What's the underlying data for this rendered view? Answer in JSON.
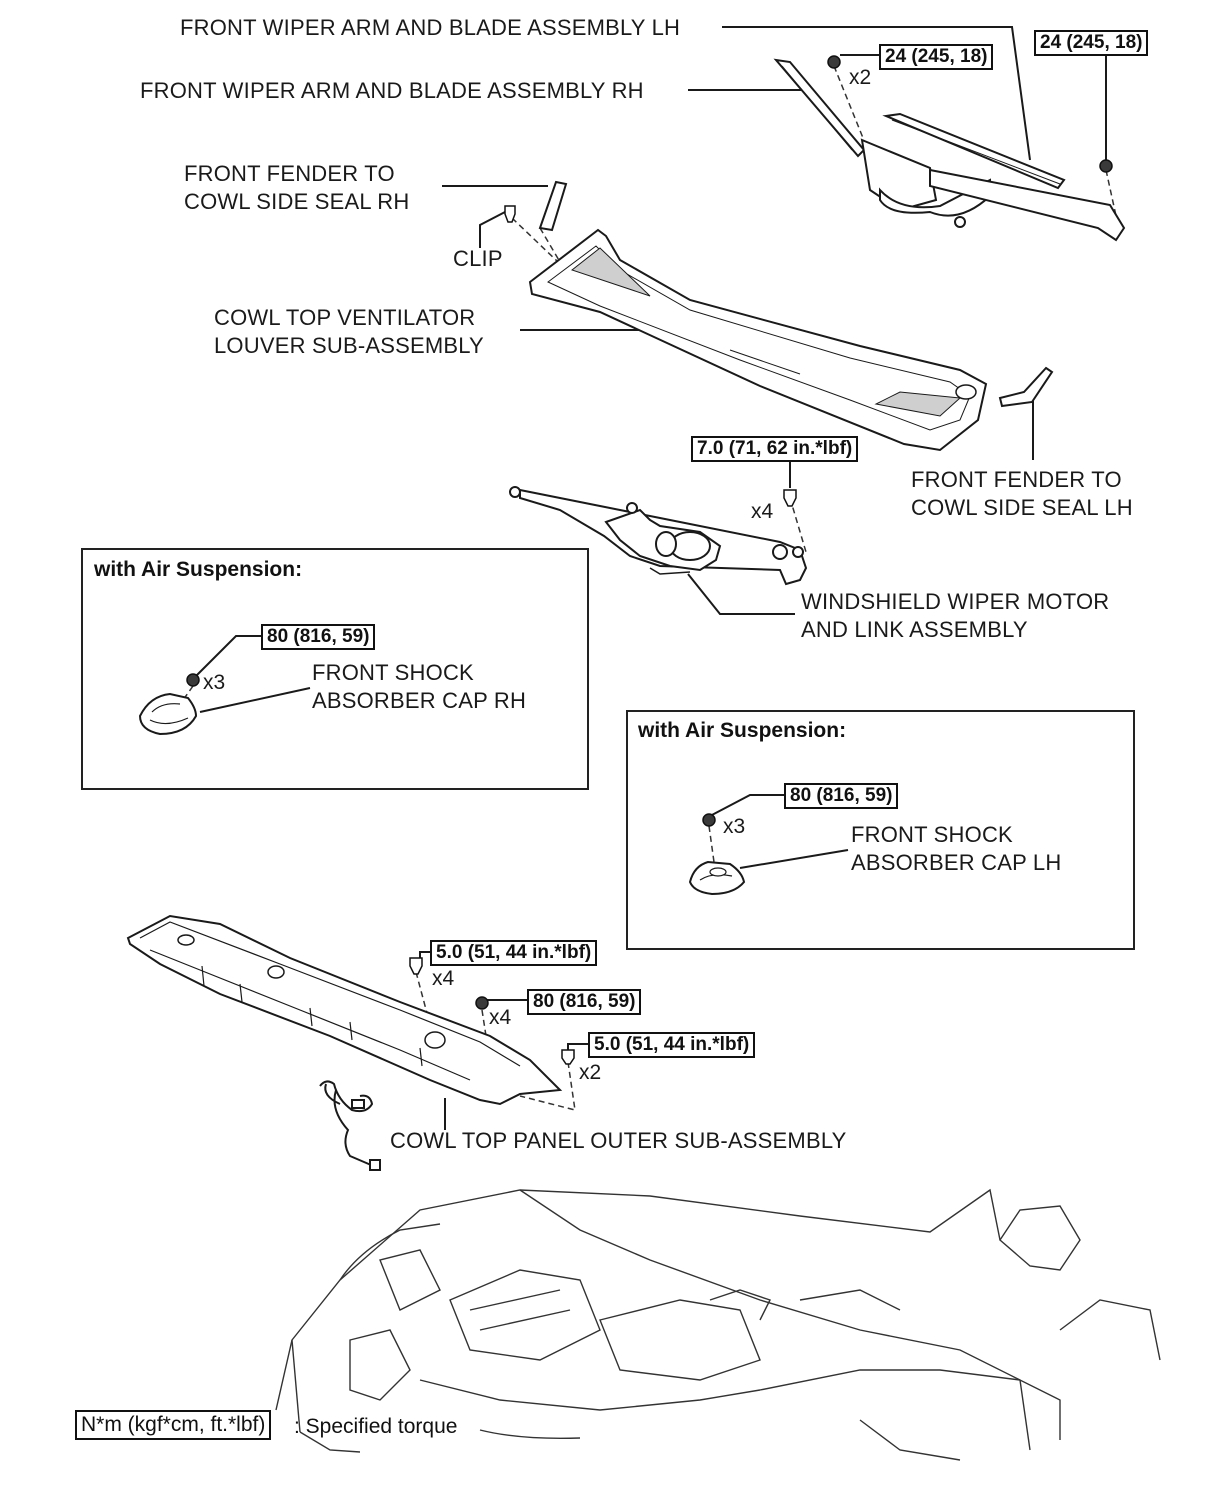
{
  "labels": {
    "wiper_lh": "FRONT WIPER ARM AND BLADE ASSEMBLY LH",
    "wiper_rh": "FRONT WIPER ARM AND BLADE ASSEMBLY RH",
    "seal_rh_line1": "FRONT FENDER TO",
    "seal_rh_line2": "COWL SIDE SEAL RH",
    "clip": "CLIP",
    "louver_line1": "COWL TOP VENTILATOR",
    "louver_line2": "LOUVER SUB-ASSEMBLY",
    "seal_lh_line1": "FRONT FENDER TO",
    "seal_lh_line2": "COWL SIDE SEAL LH",
    "motor_line1": "WINDSHIELD WIPER MOTOR",
    "motor_line2": "AND LINK ASSEMBLY",
    "cap_rh_line1": "FRONT SHOCK",
    "cap_rh_line2": "ABSORBER CAP RH",
    "cap_lh_line1": "FRONT SHOCK",
    "cap_lh_line2": "ABSORBER CAP LH",
    "cowl_outer": "COWL TOP PANEL OUTER SUB-ASSEMBLY"
  },
  "torques": {
    "wiper_rh_nut": "24 (245, 18)",
    "wiper_lh_nut": "24 (245, 18)",
    "motor_bolt": "7.0 (71, 62 in.*lbf)",
    "cap_rh_nut": "80 (816, 59)",
    "cap_lh_nut": "80 (816, 59)",
    "cowl_bolt_a": "5.0 (51, 44 in.*lbf)",
    "cowl_nut": "80 (816, 59)",
    "cowl_bolt_b": "5.0 (51, 44 in.*lbf)"
  },
  "quantities": {
    "wiper_rh_nut": "x2",
    "motor_bolt": "x4",
    "cap_rh_nut": "x3",
    "cap_lh_nut": "x3",
    "cowl_bolt_a": "x4",
    "cowl_nut": "x4",
    "cowl_bolt_b": "x2"
  },
  "panels": {
    "air_rh_title": "with Air Suspension:",
    "air_lh_title": "with Air Suspension:"
  },
  "legend": {
    "units": "N*m (kgf*cm, ft.*lbf)",
    "meaning": ": Specified torque"
  }
}
